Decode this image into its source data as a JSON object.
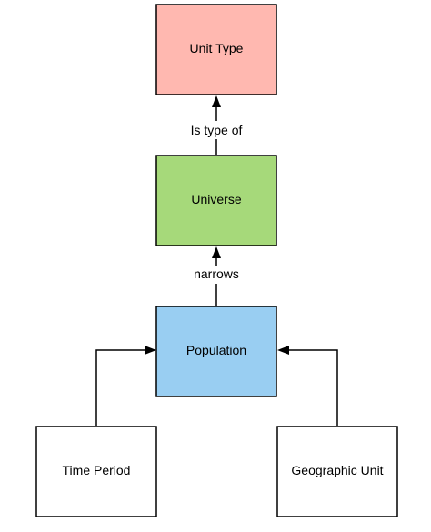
{
  "nodes": {
    "unit_type": {
      "label": "Unit Type",
      "fill": "#FFB8B0"
    },
    "universe": {
      "label": "Universe",
      "fill": "#A6D97A"
    },
    "population": {
      "label": "Population",
      "fill": "#99CEF2"
    },
    "time_period": {
      "label": "Time Period",
      "fill": "#FFFFFF"
    },
    "geographic_unit": {
      "label": "Geographic Unit",
      "fill": "#FFFFFF"
    }
  },
  "edges": {
    "universe_to_unit_type": {
      "label": "Is type of"
    },
    "population_to_universe": {
      "label": "narrows"
    }
  }
}
